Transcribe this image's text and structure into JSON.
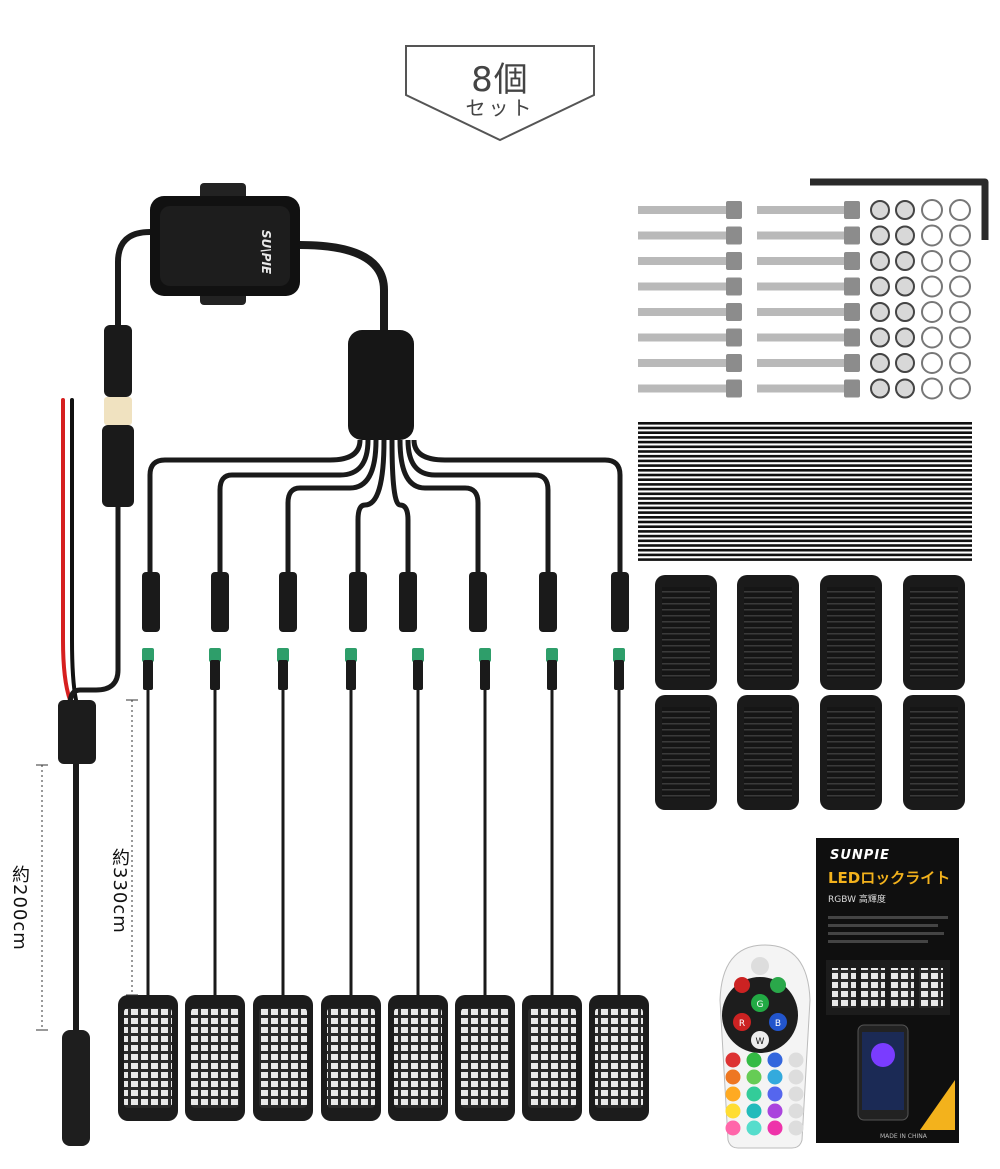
{
  "badge": {
    "count": "8個",
    "unit": "セット"
  },
  "dimensions": {
    "pod_cable": "約330cm",
    "power_cable": "約200cm"
  },
  "controller": {
    "brand": "SU\\PIE"
  },
  "manual": {
    "brand": "SUNPIE",
    "title": "LEDロックライト",
    "subtitle": "RGBW 高輝度",
    "footer": "MADE IN CHINA"
  },
  "remote": {
    "buttons": [
      "R",
      "G",
      "B",
      "W"
    ]
  },
  "colors": {
    "cable": "#1a1a1a",
    "pod_body": "#1c1c1c",
    "connector_tip": "#2e9e6a",
    "wire_red": "#d61f1f",
    "badge_border": "#555555",
    "manual_accent": "#f3b21c"
  }
}
